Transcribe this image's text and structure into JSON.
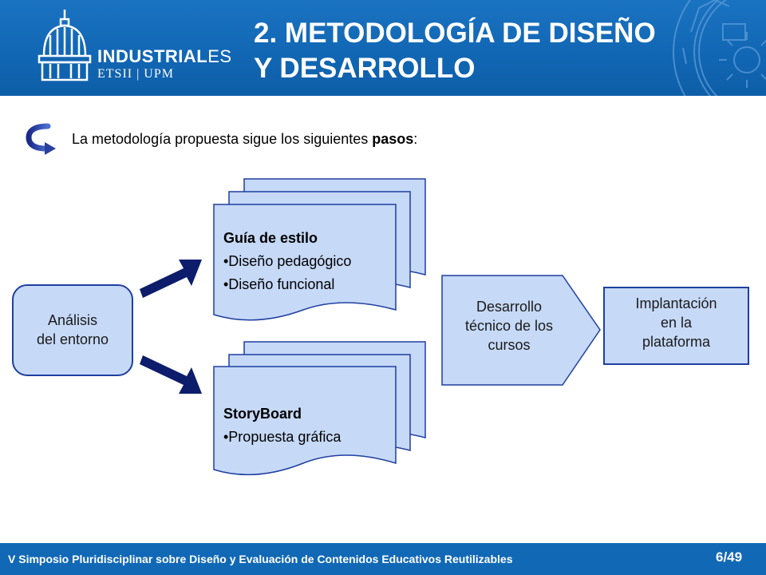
{
  "header": {
    "logo_name_bold": "INDUSTRIAL",
    "logo_name_light": "ES",
    "logo_sub": "ETSII | UPM",
    "title_line1": "2. METODOLOGÍA DE DISEÑO",
    "title_line2": "Y DESARROLLO",
    "colors": {
      "header_bg": "#1166b3",
      "footer_bg": "#1169b6",
      "node_fill": "#c6d9f7",
      "arrow": "#0d1d6b"
    }
  },
  "intro": {
    "text_before": "La metodología propuesta sigue los siguientes ",
    "text_bold": "pasos",
    "text_after": ":"
  },
  "diagram": {
    "analysis": {
      "line1": "Análisis",
      "line2": "del entorno"
    },
    "doc_top": {
      "heading": "Guía de estilo",
      "item1": "•Diseño pedagógico",
      "item2": "•Diseño funcional"
    },
    "doc_bottom": {
      "heading": "StoryBoard",
      "item1": "•Propuesta gráfica"
    },
    "development": {
      "line1": "Desarrollo",
      "line2": "técnico de los",
      "line3": "cursos"
    },
    "deployment": {
      "line1": "Implantación",
      "line2": "en la",
      "line3": "plataforma"
    }
  },
  "footer": {
    "text": "V Simposio Pluridisciplinar sobre Diseño y Evaluación de Contenidos Educativos Reutilizables",
    "page": "6/49"
  }
}
